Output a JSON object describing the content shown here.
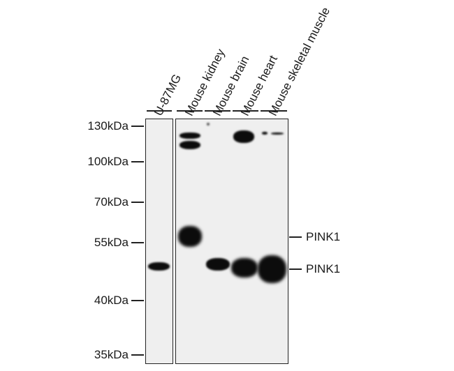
{
  "lanes": [
    "U-87MG",
    "Mouse kidney",
    "Mouse brain",
    "Mouse heart",
    "Mouse skeletal muscle"
  ],
  "markers": [
    "130kDa",
    "100kDa",
    "70kDa",
    "55kDa",
    "40kDa",
    "35kDa"
  ],
  "annotations": [
    "PINK1",
    "PINK1"
  ]
}
